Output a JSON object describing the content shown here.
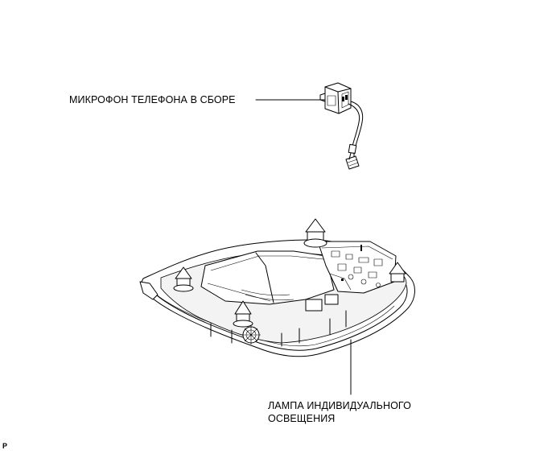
{
  "labels": {
    "mic": "МИКРОФОН ТЕЛЕФОНА В СБОРЕ",
    "lamp_line1": "ЛАМПА ИНДИВИДУАЛЬНОГО",
    "lamp_line2": "ОСВЕЩЕНИЯ"
  },
  "corner_mark": "P"
}
